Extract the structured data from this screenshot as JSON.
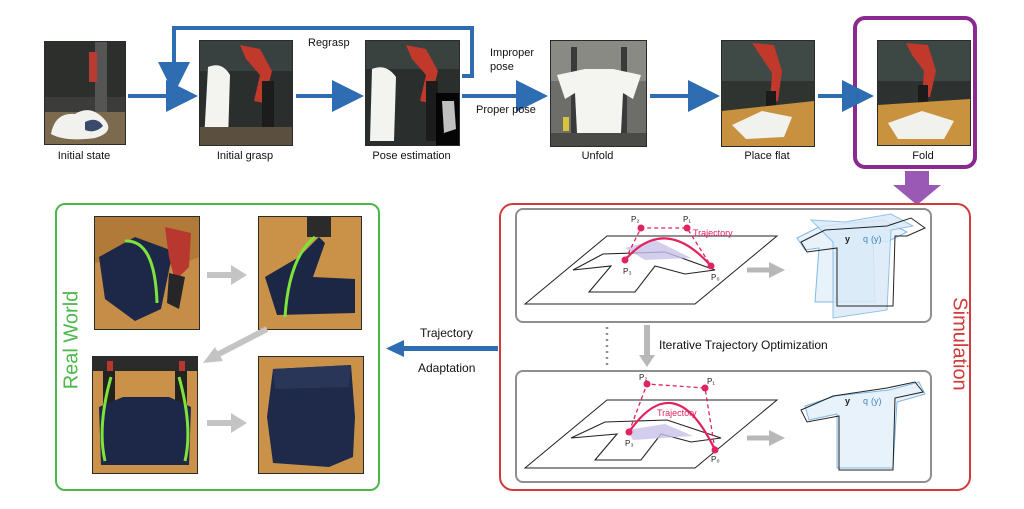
{
  "pipeline": {
    "stages": [
      "Initial state",
      "Initial grasp",
      "Pose estimation",
      "Unfold",
      "Place flat",
      "Fold"
    ],
    "regrasp_label": "Regrasp",
    "improper_pose_line1": "Improper",
    "improper_pose_line2": "pose",
    "proper_pose_label": "Proper pose"
  },
  "simulation": {
    "title": "Simulation",
    "iterative_label": "Iterative Trajectory Optimization",
    "top_panel": {
      "p0": "P₀",
      "p1": "P₁",
      "p2": "P₂",
      "p3": "P₃",
      "trajectory": "Trajectory",
      "y": "y",
      "q": "q",
      "qy": "(y)"
    },
    "bottom_panel": {
      "p0": "P₀",
      "p1": "P₁",
      "p2": "P₂",
      "p3": "P₃",
      "trajectory": "Trajectory",
      "y": "y",
      "q": "q",
      "qy": "(y)"
    }
  },
  "adaptation": {
    "line1": "Trajectory",
    "line2": "Adaptation"
  },
  "real_world": {
    "title": "Real World"
  },
  "colors": {
    "arrow_blue": "#2f6db3",
    "sim_border": "#d23b3b",
    "real_border": "#4cb84a",
    "fold_border": "#8a2a8e",
    "curve_red": "#e0245e",
    "curve_green": "#7ee33a",
    "cloth_blue": "#7fb8e6",
    "gray_arrow": "#b8b8b8"
  }
}
